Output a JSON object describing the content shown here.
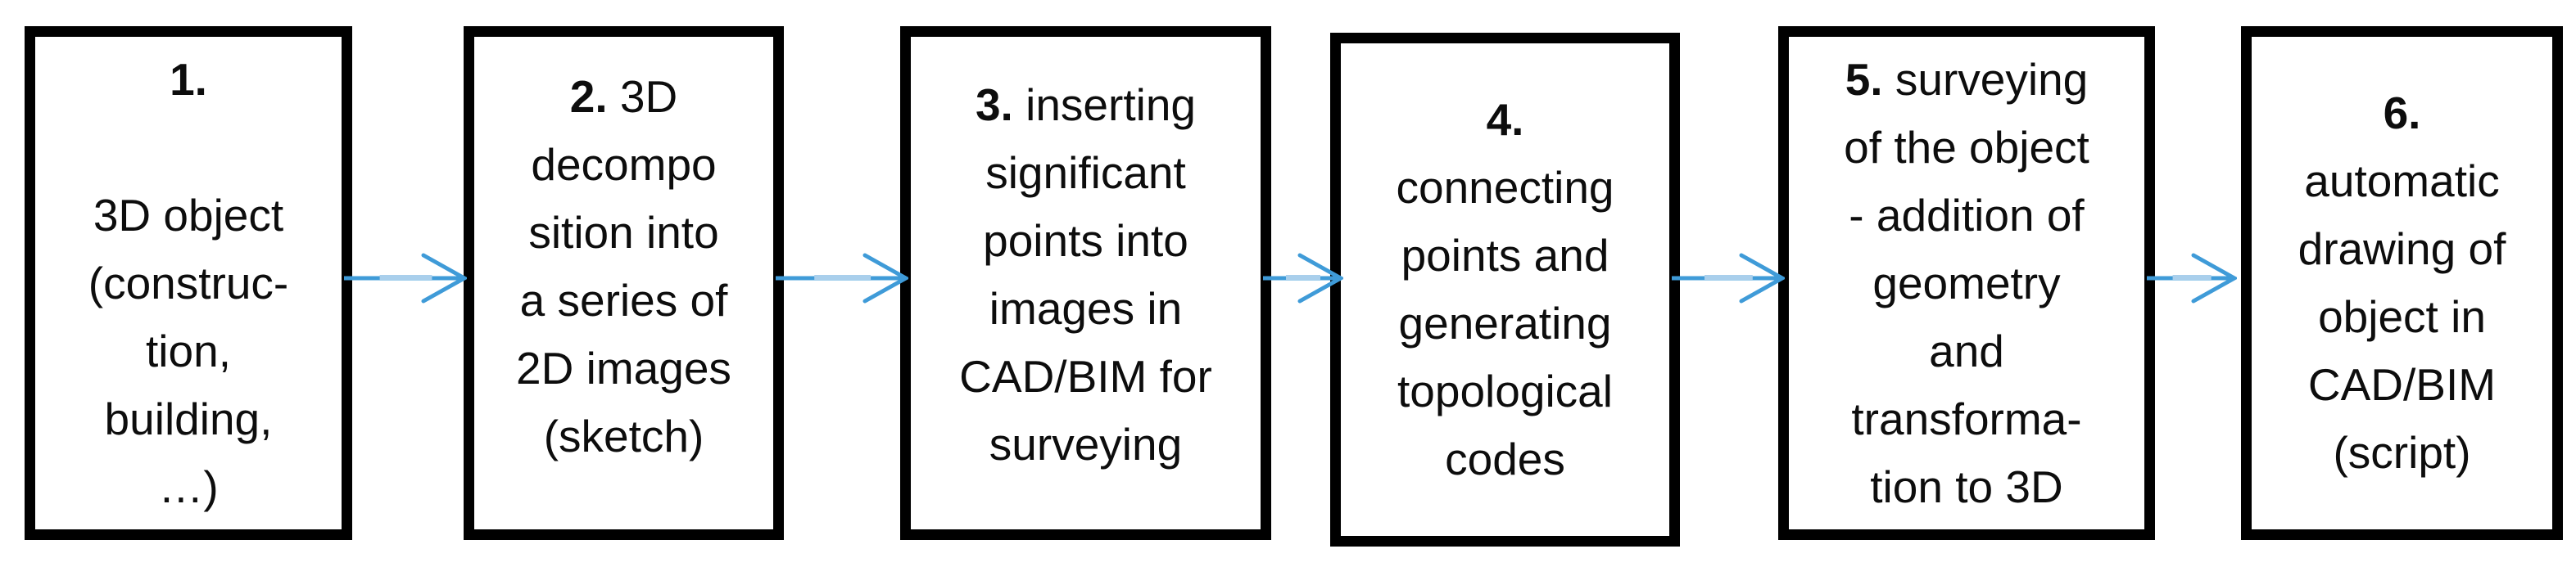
{
  "figure": {
    "type": "flowchart",
    "direction": "left-to-right",
    "colors": {
      "box_border": "#000000",
      "box_fill": "#ffffff",
      "text": "#0d0d0d",
      "arrow": "#3f9bd8",
      "arrow_highlight": "#a9cfec"
    },
    "steps": [
      {
        "number": "1.",
        "rest": "",
        "blank_after_number": true,
        "lines": [
          "3D object",
          "(construc-",
          "tion,",
          "building,",
          "…)"
        ]
      },
      {
        "number": "2.",
        "rest": "3D",
        "blank_after_number": false,
        "lines": [
          "decompo",
          "sition into",
          "a series of",
          "2D images",
          "(sketch)"
        ]
      },
      {
        "number": "3.",
        "rest": "inserting",
        "blank_after_number": false,
        "lines": [
          "significant",
          "points into",
          "images in",
          "CAD/BIM for",
          "surveying"
        ]
      },
      {
        "number": "4.",
        "rest": "",
        "blank_after_number": false,
        "lines": [
          "connecting",
          "points and",
          "generating",
          "topological",
          "codes"
        ]
      },
      {
        "number": "5.",
        "rest": "surveying",
        "blank_after_number": false,
        "lines": [
          "of the object",
          "- addition of",
          "geometry",
          "and",
          "transforma-",
          "tion to 3D"
        ]
      },
      {
        "number": "6.",
        "rest": "",
        "blank_after_number": false,
        "lines": [
          "automatic",
          "drawing of",
          "object in",
          "CAD/BIM",
          "(script)"
        ]
      }
    ],
    "connections": [
      {
        "from": 1,
        "to": 2
      },
      {
        "from": 2,
        "to": 3
      },
      {
        "from": 3,
        "to": 4
      },
      {
        "from": 4,
        "to": 5
      },
      {
        "from": 5,
        "to": 6
      }
    ]
  }
}
